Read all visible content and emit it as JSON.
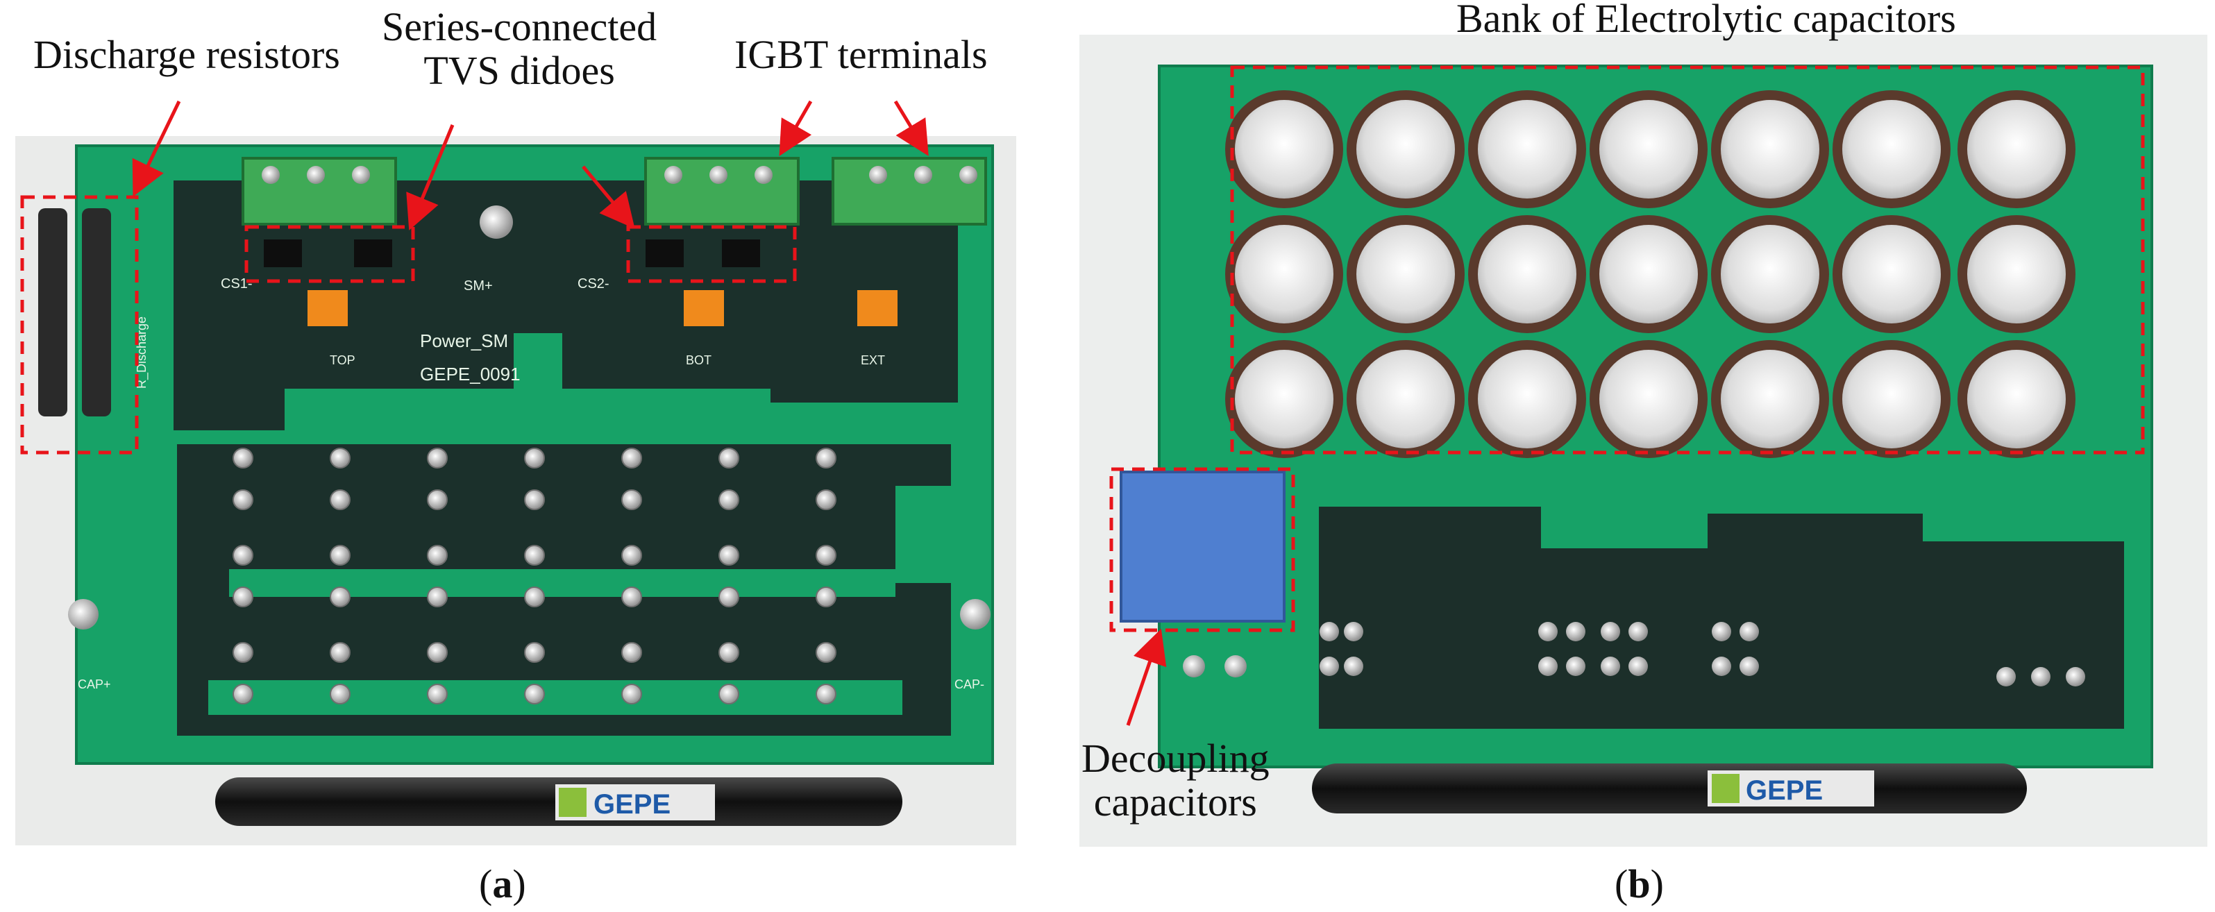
{
  "panel_a": {
    "callouts": {
      "discharge": "Discharge resistors",
      "tvs_line1": "Series-connected",
      "tvs_line2": "TVS didoes",
      "igbt": "IGBT terminals"
    },
    "board_labels": {
      "cs1": "CS1-",
      "smplus": "SM+",
      "cs2": "CS2-",
      "power": "Power_SM",
      "gepe": "GEPE_0091",
      "top": "TOP",
      "bot": "BOT",
      "ext": "EXT",
      "rdischarge": "R_Discharge",
      "capplus": "CAP+",
      "capminus": "CAP-"
    },
    "pen_brand": "GEPE",
    "caption_open": "(",
    "caption_letter": "a",
    "caption_close": ")"
  },
  "panel_b": {
    "callouts": {
      "bank": "Bank of Electrolytic capacitors",
      "decoupling_line1": "Decoupling",
      "decoupling_line2": "capacitors"
    },
    "pen_brand": "GEPE",
    "caption_open": "(",
    "caption_letter": "b",
    "caption_close": ")"
  },
  "colors": {
    "pcb_green": "#17a267",
    "pcb_dark": "#1c2f2a",
    "highlight_red": "#e8141a",
    "terminal_green": "#3faa56",
    "pot_orange": "#f08a1c",
    "cap_blue": "#4f7fd0",
    "cap_brown": "#5a3a2c"
  }
}
